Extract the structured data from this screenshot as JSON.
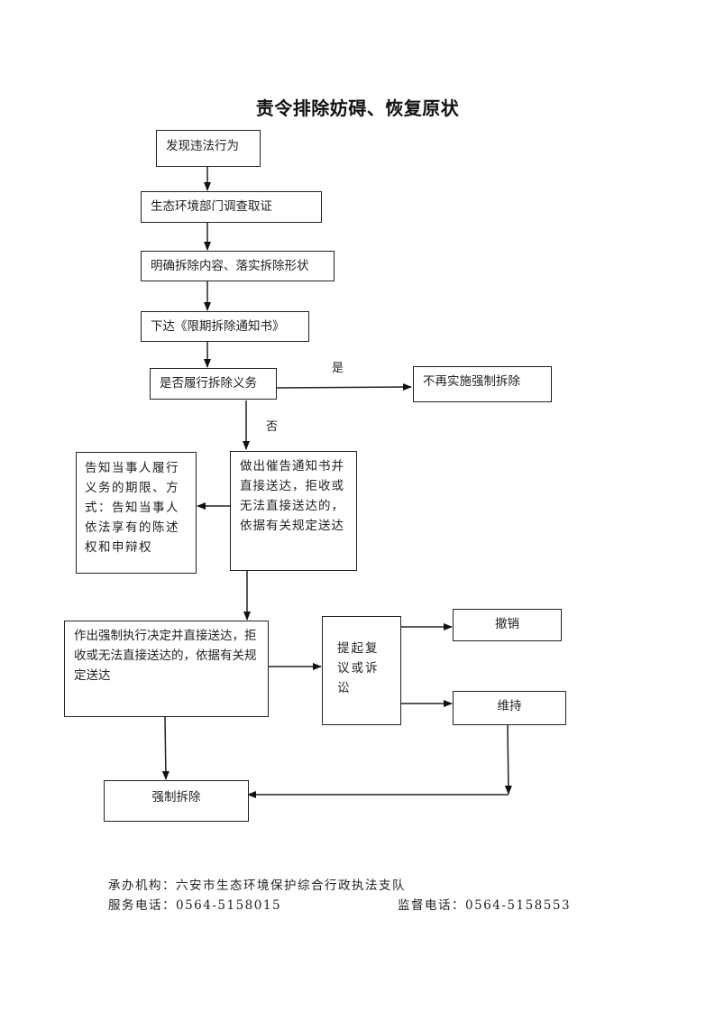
{
  "title": "责令排除妨碍、恢复原状",
  "nodes": {
    "discover": "发现违法行为",
    "investigate": "生态环境部门调查取证",
    "clarify": "明确拆除内容、落实拆除形状",
    "notice": "下达《限期拆除通知书》",
    "decision": "是否履行拆除义务",
    "no_enforce": "不再实施强制拆除",
    "inform": "告知当事人履行义务的期限、方式：告知当事人依法享有的陈述权和申辩权",
    "urge": "做出催告通知书并直接送达，拒收或无法直接送达的，依据有关规定送达",
    "enforce_decision": "作出强制执行决定并直接送达，拒收或无法直接送达的，依据有关规定送达",
    "appeal": "提起复议或诉讼",
    "revoke": "撤销",
    "maintain": "维持",
    "demolish": "强制拆除"
  },
  "edge_labels": {
    "yes": "是",
    "no": "否"
  },
  "footer": {
    "agency_label": "承办机构：",
    "agency": "六安市生态环境保护综合行政执法支队",
    "service_phone_label": "服务电话：",
    "service_phone": "0564-5158015",
    "supervise_phone_label": "监督电话：",
    "supervise_phone": "0564-5158553"
  }
}
